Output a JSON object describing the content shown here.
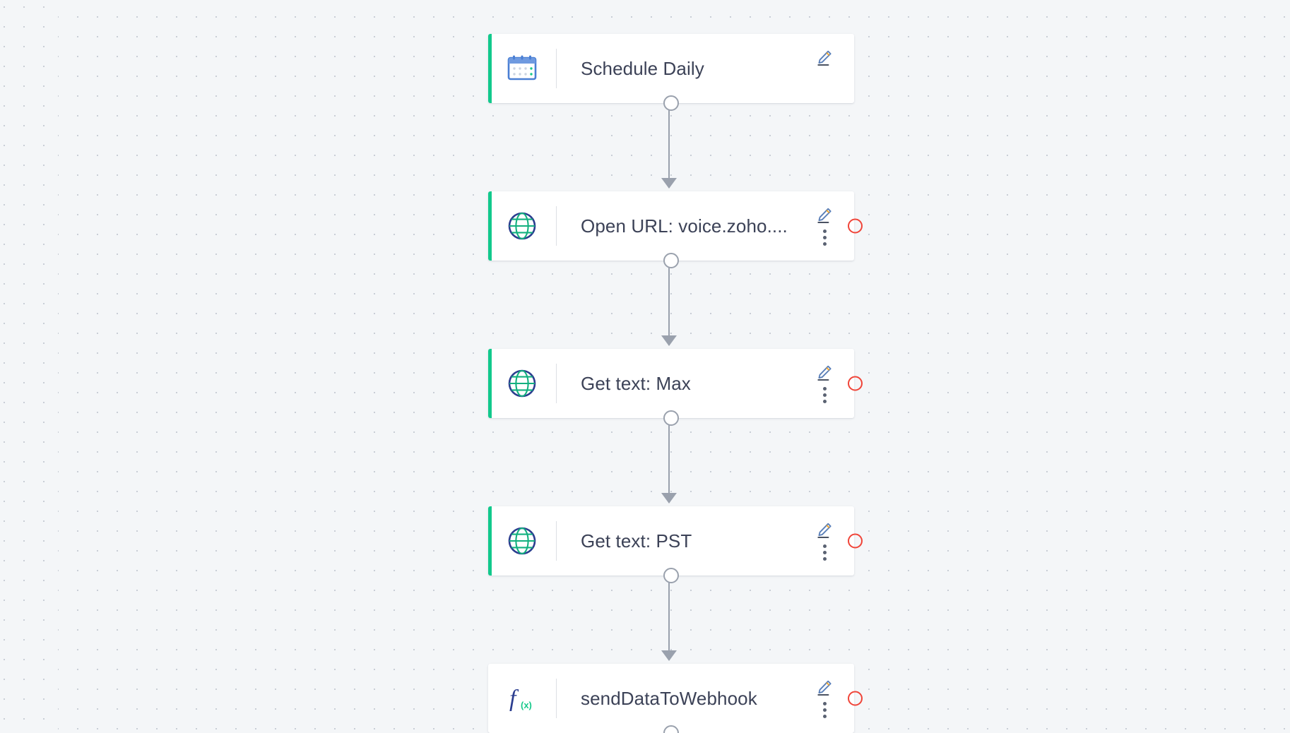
{
  "canvas": {
    "background_color": "#f4f6f8",
    "dot_color": "#c9ced6",
    "accent_color": "#11c98c",
    "status_color": "#f04438",
    "connector_color": "#9aa1ad"
  },
  "nodes": [
    {
      "id": "schedule-daily",
      "label": "Schedule Daily",
      "icon": "calendar-icon",
      "has_accent_bar": false,
      "has_menu": false,
      "has_status_ring": false,
      "has_edit": true,
      "has_out_port": true
    },
    {
      "id": "open-url",
      "label": "Open URL: voice.zoho....",
      "icon": "globe-icon",
      "has_accent_bar": true,
      "has_menu": true,
      "has_status_ring": true,
      "has_edit": true,
      "has_out_port": true
    },
    {
      "id": "get-text-max",
      "label": "Get text: Max",
      "icon": "globe-icon",
      "has_accent_bar": true,
      "has_menu": true,
      "has_status_ring": true,
      "has_edit": true,
      "has_out_port": true
    },
    {
      "id": "get-text-pst",
      "label": "Get text: PST",
      "icon": "globe-icon",
      "has_accent_bar": true,
      "has_menu": true,
      "has_status_ring": true,
      "has_edit": true,
      "has_out_port": true
    },
    {
      "id": "send-data-to-webhook",
      "label": "sendDataToWebhook",
      "icon": "function-icon",
      "has_accent_bar": false,
      "has_menu": true,
      "has_status_ring": true,
      "has_edit": true,
      "has_out_port": true
    }
  ],
  "connectors": [
    {
      "from": "schedule-daily",
      "to": "open-url"
    },
    {
      "from": "open-url",
      "to": "get-text-max"
    },
    {
      "from": "get-text-max",
      "to": "get-text-pst"
    },
    {
      "from": "get-text-pst",
      "to": "send-data-to-webhook"
    }
  ]
}
